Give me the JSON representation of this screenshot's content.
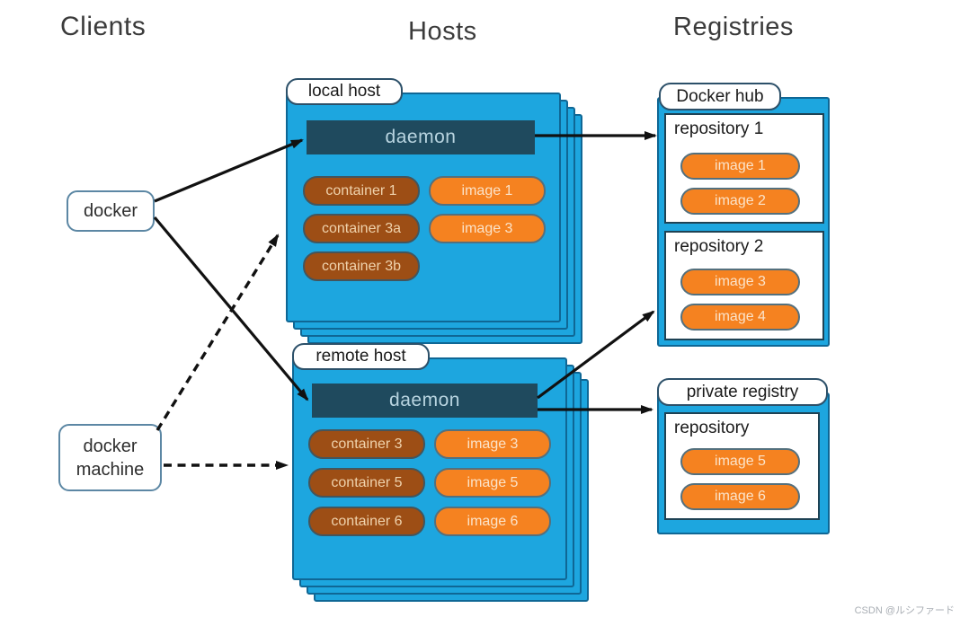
{
  "headers": {
    "clients": "Clients",
    "hosts": "Hosts",
    "registries": "Registries"
  },
  "clients": {
    "docker": "docker",
    "docker_machine": "docker machine"
  },
  "hosts": [
    {
      "tab": "local host",
      "daemon": "daemon",
      "containers": [
        "container 1",
        "container 3a",
        "container 3b"
      ],
      "images": [
        "image 1",
        "image 3"
      ]
    },
    {
      "tab": "remote host",
      "daemon": "daemon",
      "containers": [
        "container 3",
        "container 5",
        "container 6"
      ],
      "images": [
        "image 3",
        "image 5",
        "image 6"
      ]
    }
  ],
  "registries": [
    {
      "tab": "Docker hub",
      "repositories": [
        {
          "label": "repository 1",
          "images": [
            "image 1",
            "image 2"
          ]
        },
        {
          "label": "repository 2",
          "images": [
            "image 3",
            "image 4"
          ]
        }
      ]
    },
    {
      "tab": "private registry",
      "repositories": [
        {
          "label": "repository",
          "images": [
            "image 5",
            "image 6"
          ]
        }
      ]
    }
  ],
  "colors": {
    "host_blue": "#1da6df",
    "box_border_blue": "#0f6795",
    "daemon_dark": "#1f4a5e",
    "container_brown": "#9d4e15",
    "image_orange": "#f58220",
    "arrow": "#111111"
  },
  "watermark": "CSDN @ルシファード"
}
